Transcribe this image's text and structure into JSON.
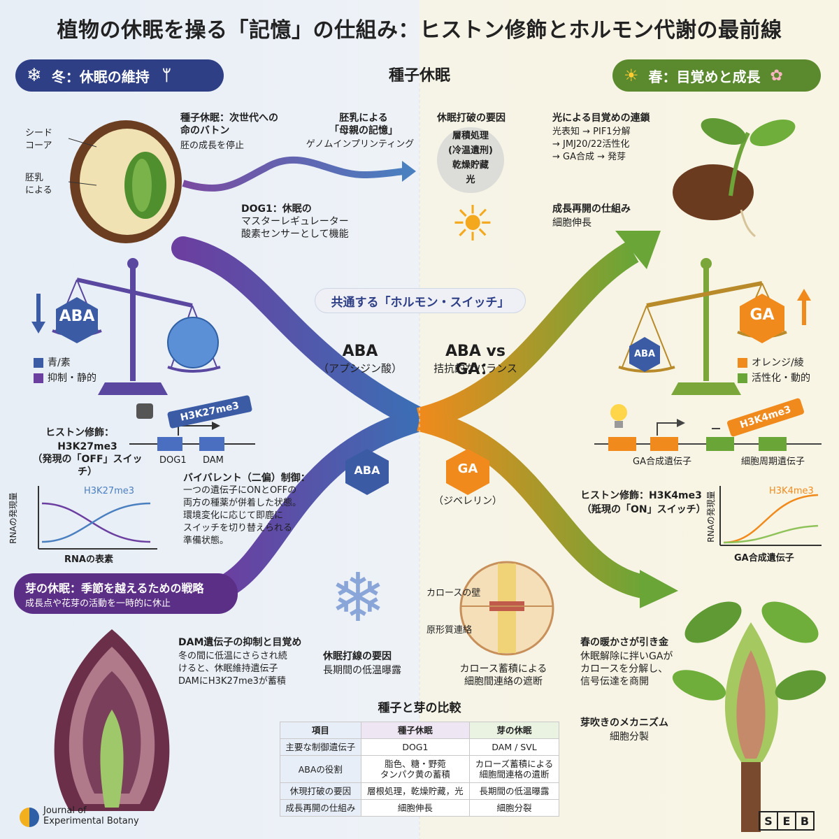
{
  "title": "植物の休眠を操る「記憶」の仕組み：ヒストン修飾とホルモン代謝の最前線",
  "winter_header": "冬：休眠の維持",
  "spring_header": "春：目覚めと成長",
  "seed_dormancy_label": "種子休眠",
  "colors": {
    "blue": "#3b5ba5",
    "purple": "#6b3fa0",
    "orange": "#f08a1c",
    "green": "#6aa537",
    "winter_pill": "#2f3f86",
    "spring_pill": "#5b8a2e"
  },
  "seed_labels": {
    "seed_coat": "シード\nコーア",
    "endosperm": "胚乳\nによる"
  },
  "seed_text": {
    "title": "種子休眠：次世代への\n命のバトン",
    "sub": "胚の成長を停止"
  },
  "maternal": {
    "title": "胚乳による\n「母親の記憶」",
    "sub": "ゲノムインプリンティング"
  },
  "dog1": {
    "title": "DOG1：休眠の",
    "body": "マスターレギュレーター\n酸素センサーとして機能"
  },
  "break_factors": {
    "title": "休眠打破の要因",
    "items": "層積処理\n(冷温遺刑)\n乾燥貯藏\n光"
  },
  "light_chain": {
    "title": "光による目覚めの連鎖",
    "body": "光表知 → PIF1分解\n→ JMJ20/22活性化\n→ GA合成 → 発芽"
  },
  "growth_restart": {
    "title": "成長再開の仕組み",
    "body": "細胞伸長"
  },
  "common_switch": "共通する「ホルモン・スイッチ」",
  "aba_center": {
    "title": "ABA",
    "sub": "（アプシジン酸）"
  },
  "vs_center": {
    "title": "ABA vs GA：",
    "sub": "拮抗的なパランス"
  },
  "aba_badge": "ABA",
  "ga_badge": "GA",
  "aba_small": "ABA",
  "left_legend": [
    "青/素",
    "抑制・静的"
  ],
  "right_legend": [
    "オレンジ/綾",
    "活性化・動的"
  ],
  "h3k27_tag": "H3K27me3",
  "h3k4_tag": "H3K4me3",
  "histone_left": {
    "title": "ヒストン修飾：",
    "body": "H3K27me3\n（発現の「OFF」スイッチ）"
  },
  "genes_left": [
    "DOG1",
    "DAM"
  ],
  "genes_right": [
    "GA合成遺伝子",
    "細胞周期遺伝子"
  ],
  "bivalent": {
    "title": "バイバレント（二偏）制御：",
    "body": "一つの遺伝子にONとOFFの\n両方の種薬が併着した状態。\n環境変化に応じて即鹿に\nスイッチを切り替えられる\n準備状態。"
  },
  "left_graph": {
    "ylabel": "RNAの発現量",
    "xlabel": "RNAの表素",
    "series": "H3K27me3"
  },
  "histone_right": {
    "title": "ヒストン修飾：H3K4me3",
    "body": "（羝現の「ON」スイッチ）"
  },
  "right_graph": {
    "ylabel": "RNAの発現量",
    "xlabel": "GA合成遺伝子",
    "series": "H3K4me3"
  },
  "bud_dormancy": {
    "title": "芽の休眠：季節を越えるための戦略",
    "sub": "成長点や花芽の活動を一時的に休止"
  },
  "ga_center_sub": "（ジベレリン）",
  "dam_text": {
    "title": "DAM遺伝子の抑制と目覚め",
    "body": "冬の間に低温にさらされ続\nけると、休眠維持遺伝子\nDAMにH3K27me3が蓄積"
  },
  "break_line": {
    "title": "休眠打線の要因",
    "body": "長期間の低温曝露"
  },
  "callose_labels": {
    "wall": "カロースの壁",
    "pd": "原形質連絡"
  },
  "callose_caption": "カロース蓄積による\n細胞間連絡の遮断",
  "spring_trigger": {
    "title": "春の暖かさが引き金",
    "body": "休眠解除に拌いGAが\nカロースを分解し、\n信号伝達を商開"
  },
  "bud_break": {
    "title": "芽吹きのメカニズム",
    "body": "細胞分製"
  },
  "table": {
    "title": "種子と芽の比較",
    "headers": [
      "項目",
      "種子休眠",
      "芽の休眠"
    ],
    "rows": [
      [
        "主要な制御遺伝子",
        "DOG1",
        "DAM / SVL"
      ],
      [
        "ABAの役割",
        "脂色、糖・野菀\nタンパク黄の蓄積",
        "カローズ蓄積による\n細胞間連格の遺断"
      ],
      [
        "休現打破の要因",
        "層根処理，乾燥貯藏，光",
        "長期間の低温曝露"
      ],
      [
        "成長再開の仕組み",
        "細胞伸長",
        "細胞分裂"
      ]
    ]
  },
  "journal": "Journal of\nExperimental Botany",
  "seb": [
    "S",
    "E",
    "B"
  ]
}
